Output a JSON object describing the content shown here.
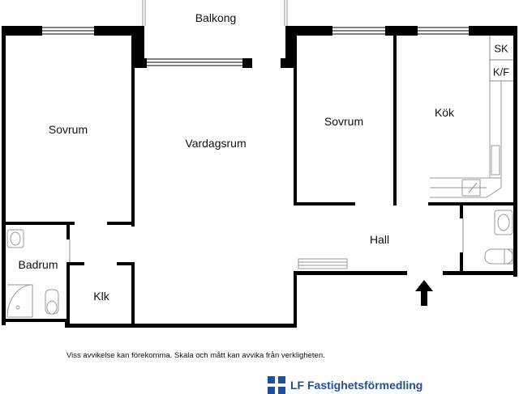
{
  "rooms": {
    "balkong": "Balkong",
    "sovrum_left": "Sovrum",
    "vardagsrum": "Vardagsrum",
    "sovrum_right": "Sovrum",
    "kok": "Kök",
    "sk": "SK",
    "kf": "K/F",
    "hall": "Hall",
    "badrum": "Badrum",
    "klk": "Klk"
  },
  "disclaimer": "Viss avvikelse kan förekomma. Skala och mått kan avvika från verkligheten.",
  "brand": {
    "name": "LF Fastighetsförmedling",
    "color": "#1d4f9c"
  }
}
